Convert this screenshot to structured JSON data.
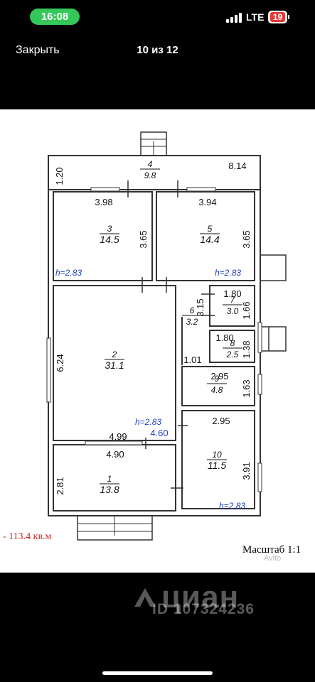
{
  "status_bar": {
    "time": "16:08",
    "network": "LTE",
    "battery_level": "19"
  },
  "viewer": {
    "close_label": "Закрыть",
    "counter": "10 из 12"
  },
  "plan": {
    "rooms": [
      {
        "id": "room-4",
        "number": "4",
        "area": "9.8"
      },
      {
        "id": "room-3",
        "number": "3",
        "area": "14.5"
      },
      {
        "id": "room-5",
        "number": "5",
        "area": "14.4"
      },
      {
        "id": "room-2",
        "number": "2",
        "area": "31.1"
      },
      {
        "id": "room-6",
        "number": "6",
        "area": "3.2"
      },
      {
        "id": "room-7",
        "number": "7",
        "area": "3.0"
      },
      {
        "id": "room-8",
        "number": "8",
        "area": "2.5"
      },
      {
        "id": "room-9",
        "number": "9",
        "area": "4.8"
      },
      {
        "id": "room-10",
        "number": "10",
        "area": "11.5"
      },
      {
        "id": "room-1",
        "number": "1",
        "area": "13.8"
      }
    ],
    "dimensions": [
      "1.20",
      "8.14",
      "3.98",
      "3.94",
      "3.65",
      "3.65",
      "1.80",
      "3.15",
      "1.66",
      "1.80",
      "1.38",
      "1.01",
      "6.24",
      "2.95",
      "1.63",
      "4.99",
      "4.60",
      "2.95",
      "4.90",
      "3.91",
      "2.81"
    ],
    "heights": [
      "h=2.83",
      "h=2.83",
      "h=2.83",
      "h=2.83"
    ],
    "total_area": "- 113.4 кв.м",
    "scale": "Масштаб 1:1",
    "watermark_site": "Avito",
    "watermark_brand": "циан",
    "watermark_id": "ID 107324236"
  }
}
